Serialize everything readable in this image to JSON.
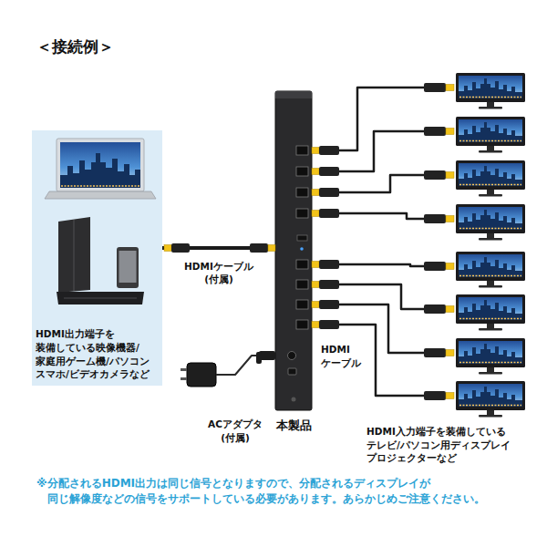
{
  "diagram": {
    "title": "＜接続例＞",
    "caption": "※分配されるHDMI出力は同じ信号となりますので、分配されるディスプレイが 同じ解像度などの信号をサポートしている必要があります。あらかじめご注意ください。",
    "nodes": [
      {
        "text": [
          "HDMI出力端子を 装備している映像機器/ 家庭用ゲーム機/パソコン スマホ/ビデオカメラなど"
        ]
      },
      {
        "text": [
          "本製品"
        ]
      },
      {
        "text": [
          "ACアダプタ (付属)"
        ]
      }
    ],
    "edges": [
      {
        "from": 0,
        "to": 1,
        "arrow": "none",
        "label": "HDMIケーブル (付属)"
      },
      {
        "from": 2,
        "to": 1,
        "arrow": "none"
      }
    ],
    "labels": [
      "HDMI ケーブル",
      "HDMI入力端子を装備している テレビ/パソコン用ディスプレイ プロジェクターなど"
    ]
  }
}
